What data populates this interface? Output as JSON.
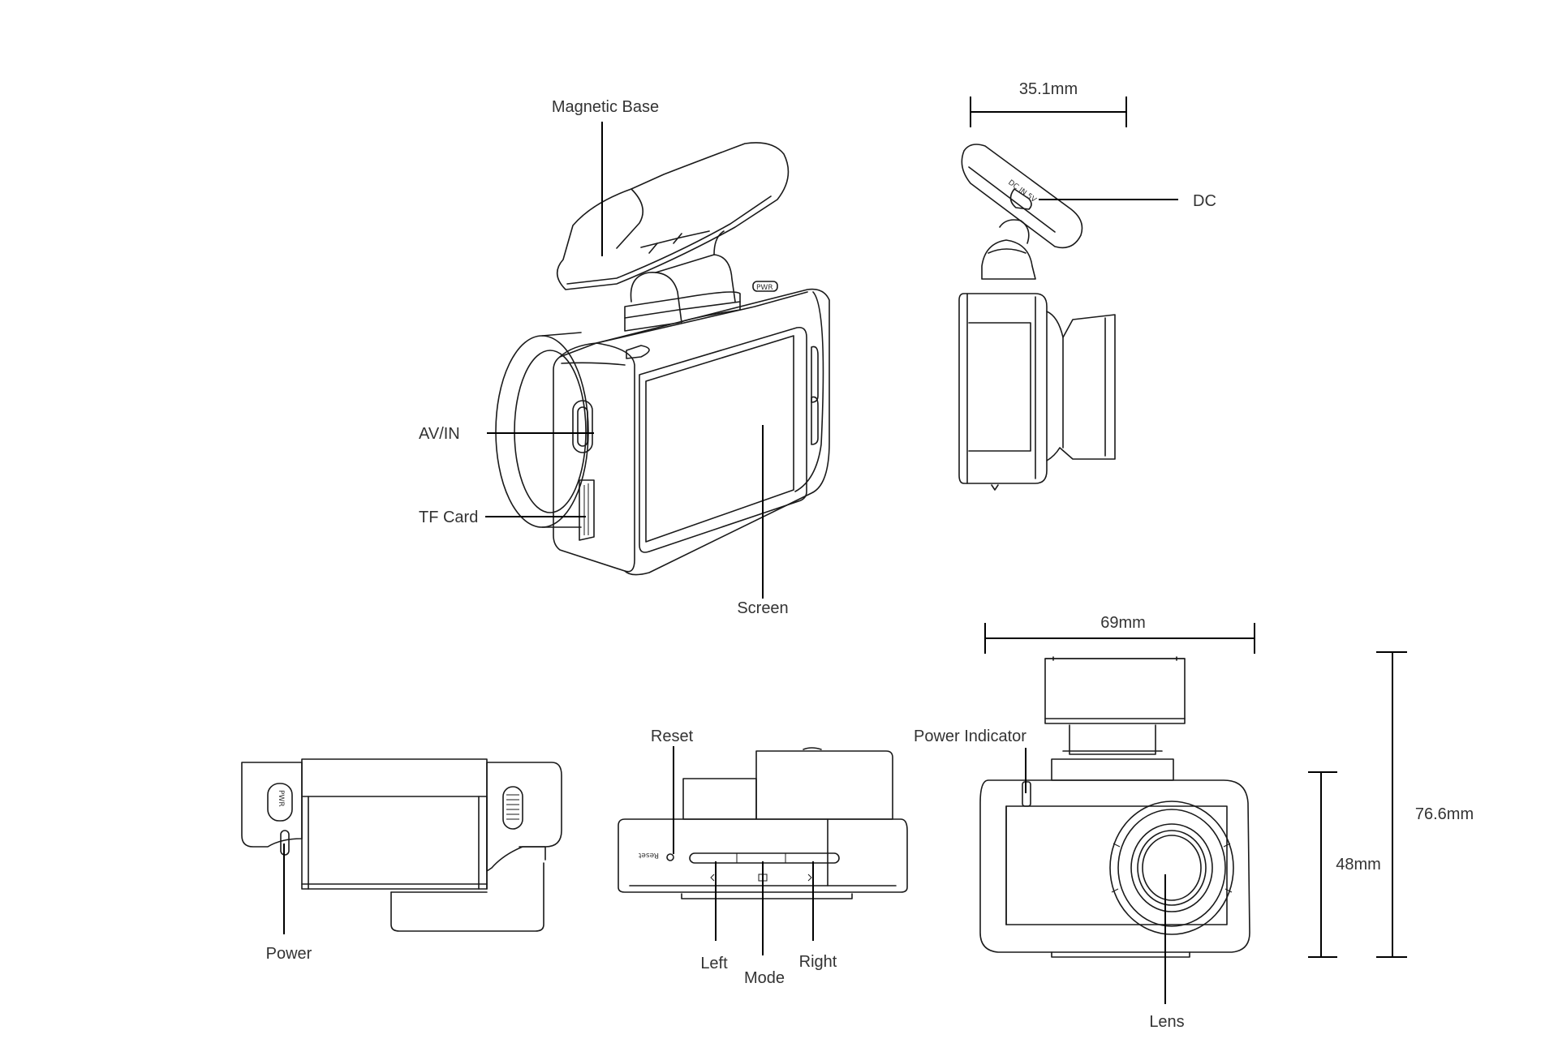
{
  "colors": {
    "line": "#1a1a1a",
    "text": "#333333",
    "background": "#ffffff"
  },
  "labels": {
    "magnetic_base": "Magnetic Base",
    "av_in": "AV/IN",
    "tf_card": "TF Card",
    "screen": "Screen",
    "dc": "DC",
    "power": "Power",
    "reset": "Reset",
    "left": "Left",
    "mode": "Mode",
    "right": "Right",
    "power_indicator": "Power Indicator",
    "lens": "Lens"
  },
  "dimensions": {
    "side_depth": "35.1mm",
    "width": "69mm",
    "body_height": "48mm",
    "total_height": "76.6mm"
  },
  "imprints": {
    "dc_port": "DC IN 5V",
    "power_button": "PWR",
    "reset_hole": "Reset"
  }
}
